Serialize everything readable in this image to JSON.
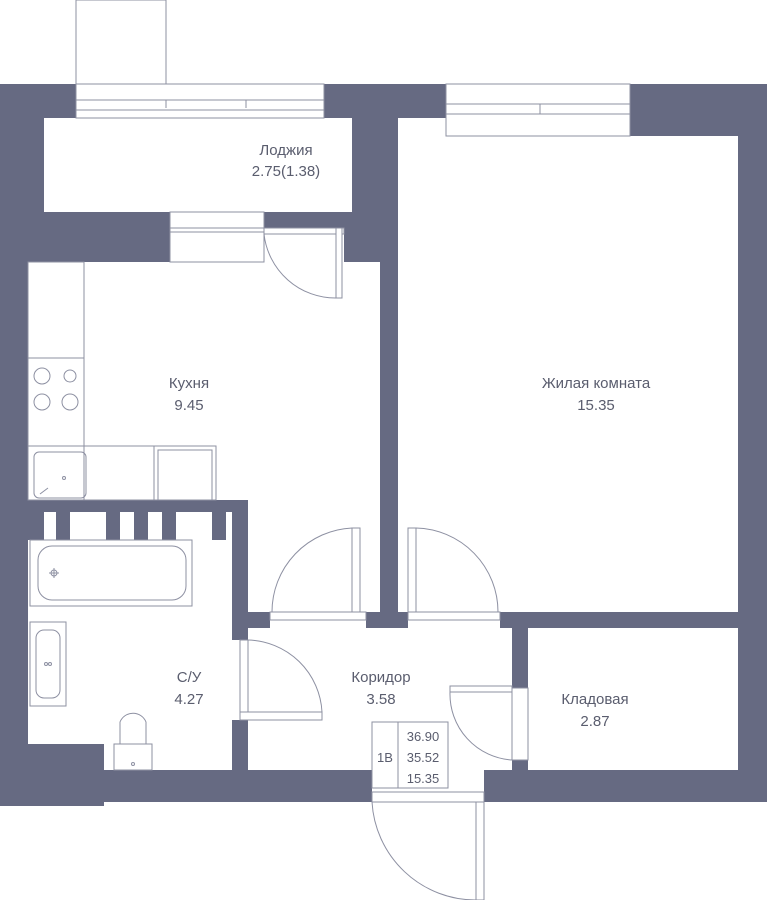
{
  "colors": {
    "wall": "#666a82",
    "line": "#8d90a2",
    "text": "#5a5d6e",
    "background": "#ffffff"
  },
  "rooms": {
    "loggia": {
      "name": "Лоджия",
      "area": "2.75(1.38)"
    },
    "kitchen": {
      "name": "Кухня",
      "area": "9.45"
    },
    "living_room": {
      "name": "Жилая комната",
      "area": "15.35"
    },
    "bathroom": {
      "name": "С/У",
      "area": "4.27"
    },
    "corridor": {
      "name": "Коридор",
      "area": "3.58"
    },
    "storage": {
      "name": "Кладовая",
      "area": "2.87"
    }
  },
  "unit_info": {
    "type": "1В",
    "total_area": "36.90",
    "area_without_loggia": "35.52",
    "living_area": "15.35"
  }
}
